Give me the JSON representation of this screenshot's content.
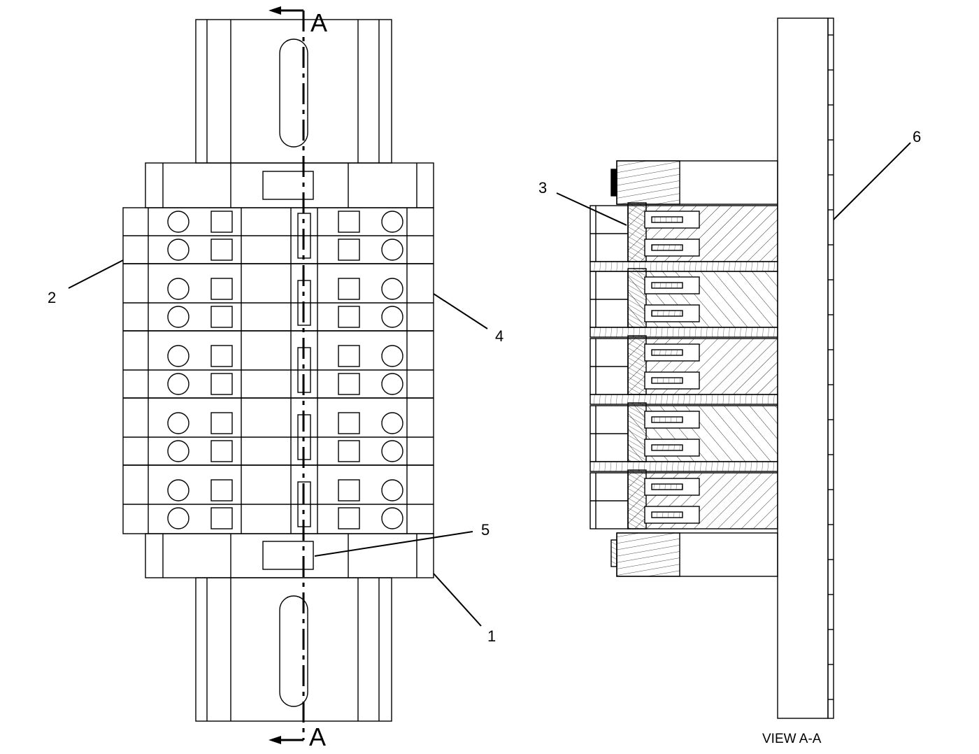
{
  "section_marker": {
    "top": "A",
    "bottom": "A"
  },
  "view_caption": "VIEW  A-A",
  "callouts": {
    "c1": "1",
    "c2": "2",
    "c3": "3",
    "c4": "4",
    "c5": "5",
    "c6": "6"
  },
  "stroke_color": "#000000",
  "background_color": "#ffffff"
}
